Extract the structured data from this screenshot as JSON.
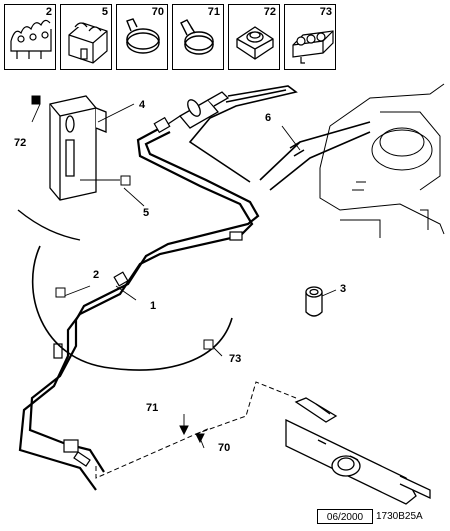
{
  "legend": {
    "cells": [
      {
        "number": "2",
        "icon": "clip-icon"
      },
      {
        "number": "5",
        "icon": "bracket-clip-icon"
      },
      {
        "number": "70",
        "icon": "hose-clamp-icon"
      },
      {
        "number": "71",
        "icon": "hose-clamp-icon"
      },
      {
        "number": "72",
        "icon": "nut-icon"
      },
      {
        "number": "73",
        "icon": "pipe-clip-icon"
      }
    ]
  },
  "callouts": {
    "c1": "1",
    "c2": "2",
    "c3": "3",
    "c4": "4",
    "c5": "5",
    "c6": "6",
    "c70": "70",
    "c71": "71",
    "c72": "72",
    "c73": "73"
  },
  "footer": {
    "date": "06/2000",
    "reference": "1730B25A"
  },
  "colors": {
    "line": "#000000",
    "background": "#ffffff"
  }
}
